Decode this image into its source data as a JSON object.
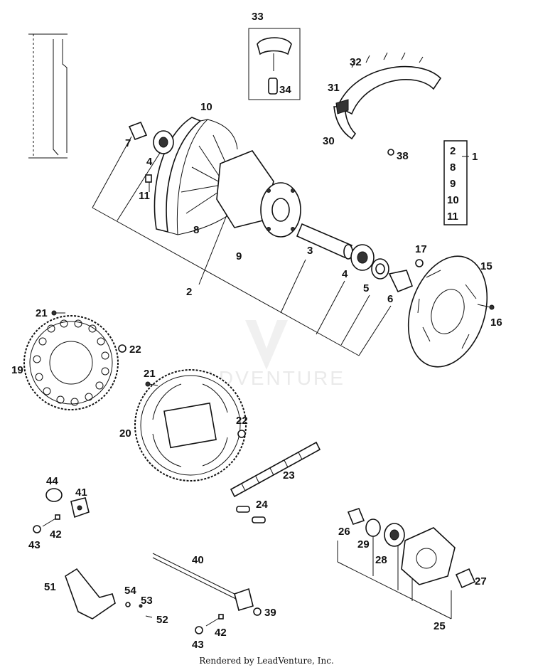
{
  "footer": "Rendered by LeadVenture, Inc.",
  "watermark": "LEADVENTURE",
  "labels": {
    "l1": "1",
    "l2": "2",
    "l3": "3",
    "l4a": "4",
    "l4b": "4",
    "l5": "5",
    "l6": "6",
    "l7": "7",
    "l8": "8",
    "l9": "9",
    "l10": "10",
    "l11": "11",
    "l15": "15",
    "l16": "16",
    "l17": "17",
    "l19": "19",
    "l20": "20",
    "l21a": "21",
    "l21b": "21",
    "l22a": "22",
    "l22b": "22",
    "l23": "23",
    "l24": "24",
    "l25": "25",
    "l26": "26",
    "l27": "27",
    "l28": "28",
    "l29": "29",
    "l30": "30",
    "l31": "31",
    "l32": "32",
    "l33": "33",
    "l34": "34",
    "l38": "38",
    "l39": "39",
    "l40": "40",
    "l41": "41",
    "l42a": "42",
    "l42b": "42",
    "l43a": "43",
    "l43b": "43",
    "l44": "44",
    "l51": "51",
    "l52": "52",
    "l53": "53",
    "l54": "54"
  },
  "kit_box": [
    "2",
    "8",
    "9",
    "10",
    "11"
  ]
}
